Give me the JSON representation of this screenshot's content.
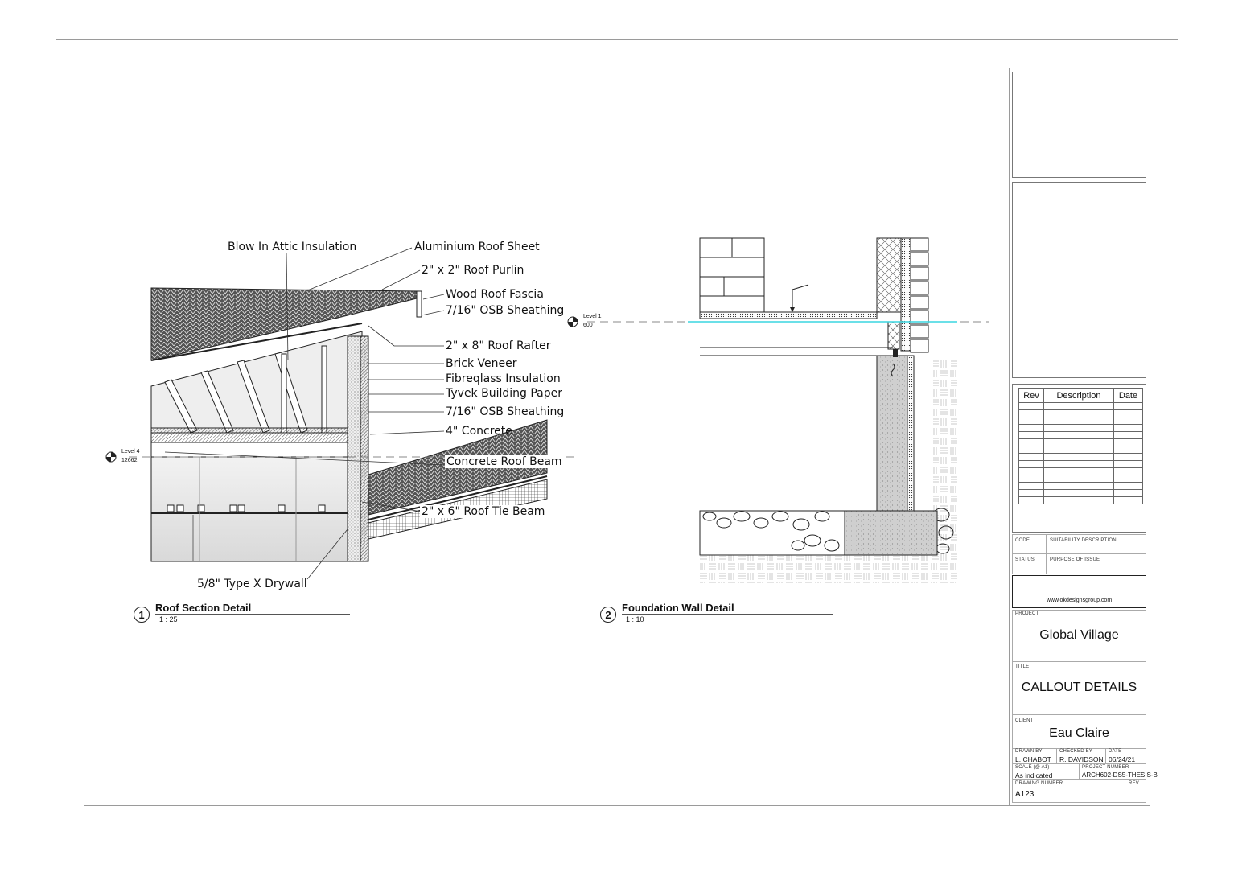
{
  "drawing1": {
    "number": "1",
    "title": "Roof Section Detail",
    "scale": "1 : 25",
    "level_name": "Level 4",
    "level_value": "12662",
    "callouts": {
      "blow_in": "Blow In Attic Insulation",
      "alu_sheet": "Aluminium Roof Sheet",
      "purlin": "2\" x 2\" Roof Purlin",
      "fascia": "Wood Roof Fascia",
      "osb1": "7/16\" OSB Sheathing",
      "rafter": "2\" x 8\" Roof Rafter",
      "brick": "Brick Veneer",
      "fibreglass": "Fibreqlass Insulation",
      "tyvek": "Tyvek Building Paper",
      "osb2": "7/16\" OSB Sheathing",
      "concrete": "4\" Concrete",
      "roof_beam": "Concrete Roof Beam",
      "tie_beam": "2\" x 6\" Roof Tie Beam",
      "drywall": "5/8\" Type X Drywall"
    }
  },
  "drawing2": {
    "number": "2",
    "title": "Foundation Wall Detail",
    "scale": "1 : 10",
    "level_name": "Level 1",
    "level_value": "600"
  },
  "title_block": {
    "rev_header": "Rev",
    "desc_header": "Description",
    "date_header": "Date",
    "code_label": "CODE",
    "suitability_label": "SUITABILITY DESCRIPTION",
    "status_label": "STATUS",
    "purpose_label": "PURPOSE OF ISSUE",
    "website": "www.okdesignsgroup.com",
    "project_label": "PROJECT",
    "project": "Global Village",
    "title_label": "TITLE",
    "title": "CALLOUT DETAILS",
    "client_label": "CLIENT",
    "client": "Eau Claire",
    "drawn_by_label": "DRAWN BY",
    "drawn_by": "L. CHABOT",
    "checked_by_label": "CHECKED BY",
    "checked_by": "R. DAVIDSON",
    "date_label": "DATE",
    "date": "06/24/21",
    "scale_label": "SCALE (@ A1)",
    "scale": "As indicated",
    "project_number_label": "PROJECT NUMBER",
    "project_number": "ARCH602-DS5-THESIS-B",
    "drawing_number_label": "DRAWING NUMBER",
    "drawing_number": "A123",
    "rev_label": "REV"
  },
  "colors": {
    "level_line": "#3ad6e0",
    "line": "#222222",
    "frame": "#9a9a9a"
  }
}
